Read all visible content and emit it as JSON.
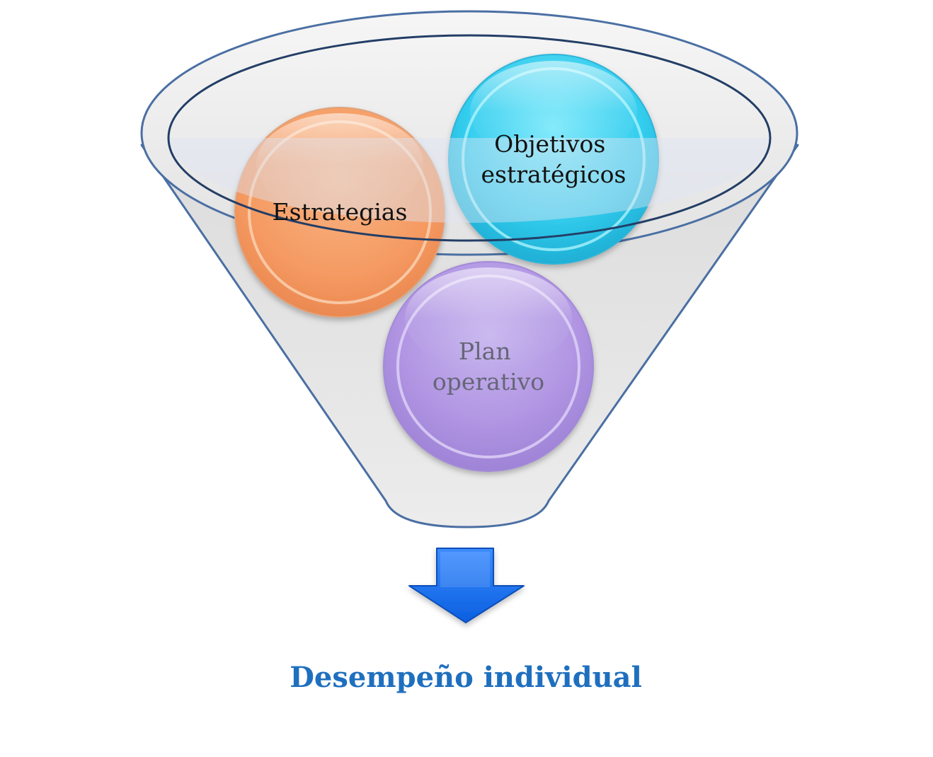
{
  "diagram": {
    "items": [
      {
        "id": "estrategias",
        "lines": [
          "Estrategias"
        ]
      },
      {
        "id": "objetivos",
        "lines": [
          "Objetivos",
          "estratégicos"
        ]
      },
      {
        "id": "plan",
        "lines": [
          "Plan",
          "operativo"
        ]
      }
    ],
    "result": {
      "label": "Desempeño individual"
    }
  },
  "colors": {
    "funnel_fill": "#e6e6e6",
    "funnel_stroke": "#4a6fa3",
    "estrategias": "#f7a068",
    "objetivos": "#3dd3f2",
    "plan": "#b89ae6",
    "arrow": "#1a73f0",
    "result_text": "#1f6fbf",
    "label_dark": "#111111",
    "label_muted": "#666677"
  }
}
